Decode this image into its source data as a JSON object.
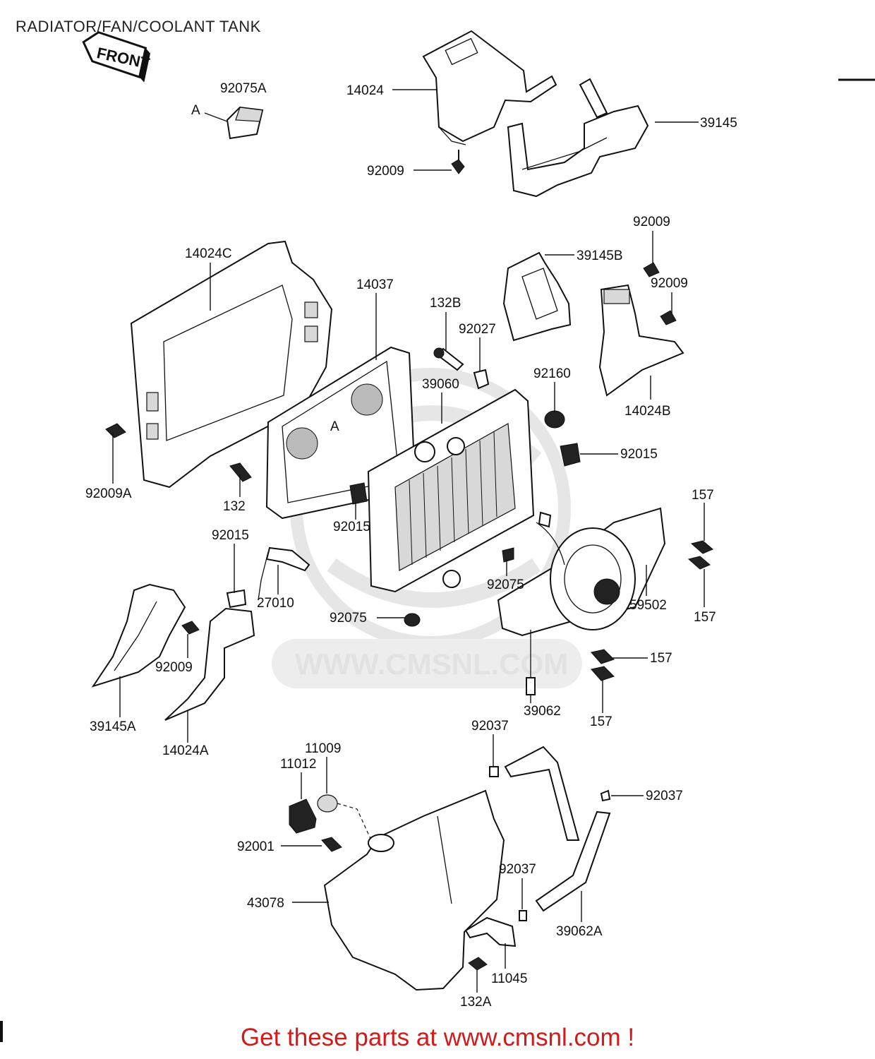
{
  "title": "RADIATOR/FAN/COOLANT TANK",
  "front_label": "FRONT",
  "watermark_url": "WWW.CMSNL.COM",
  "promo": "Get these parts at www.cmsnl.com !",
  "ref_markers": [
    "A",
    "A"
  ],
  "part_labels": [
    "92075A",
    "14024",
    "39145",
    "92009",
    "14024C",
    "14037",
    "132B",
    "92027",
    "39145B",
    "92009",
    "92009",
    "39060",
    "92160",
    "14024B",
    "92015",
    "92009A",
    "132",
    "92015",
    "157",
    "92015",
    "27010",
    "92075",
    "59502",
    "157",
    "92075",
    "157",
    "92009",
    "39145A",
    "14024A",
    "39062",
    "157",
    "92037",
    "11009",
    "11012",
    "92037",
    "92001",
    "92037",
    "43078",
    "39062A",
    "11045",
    "132A"
  ]
}
